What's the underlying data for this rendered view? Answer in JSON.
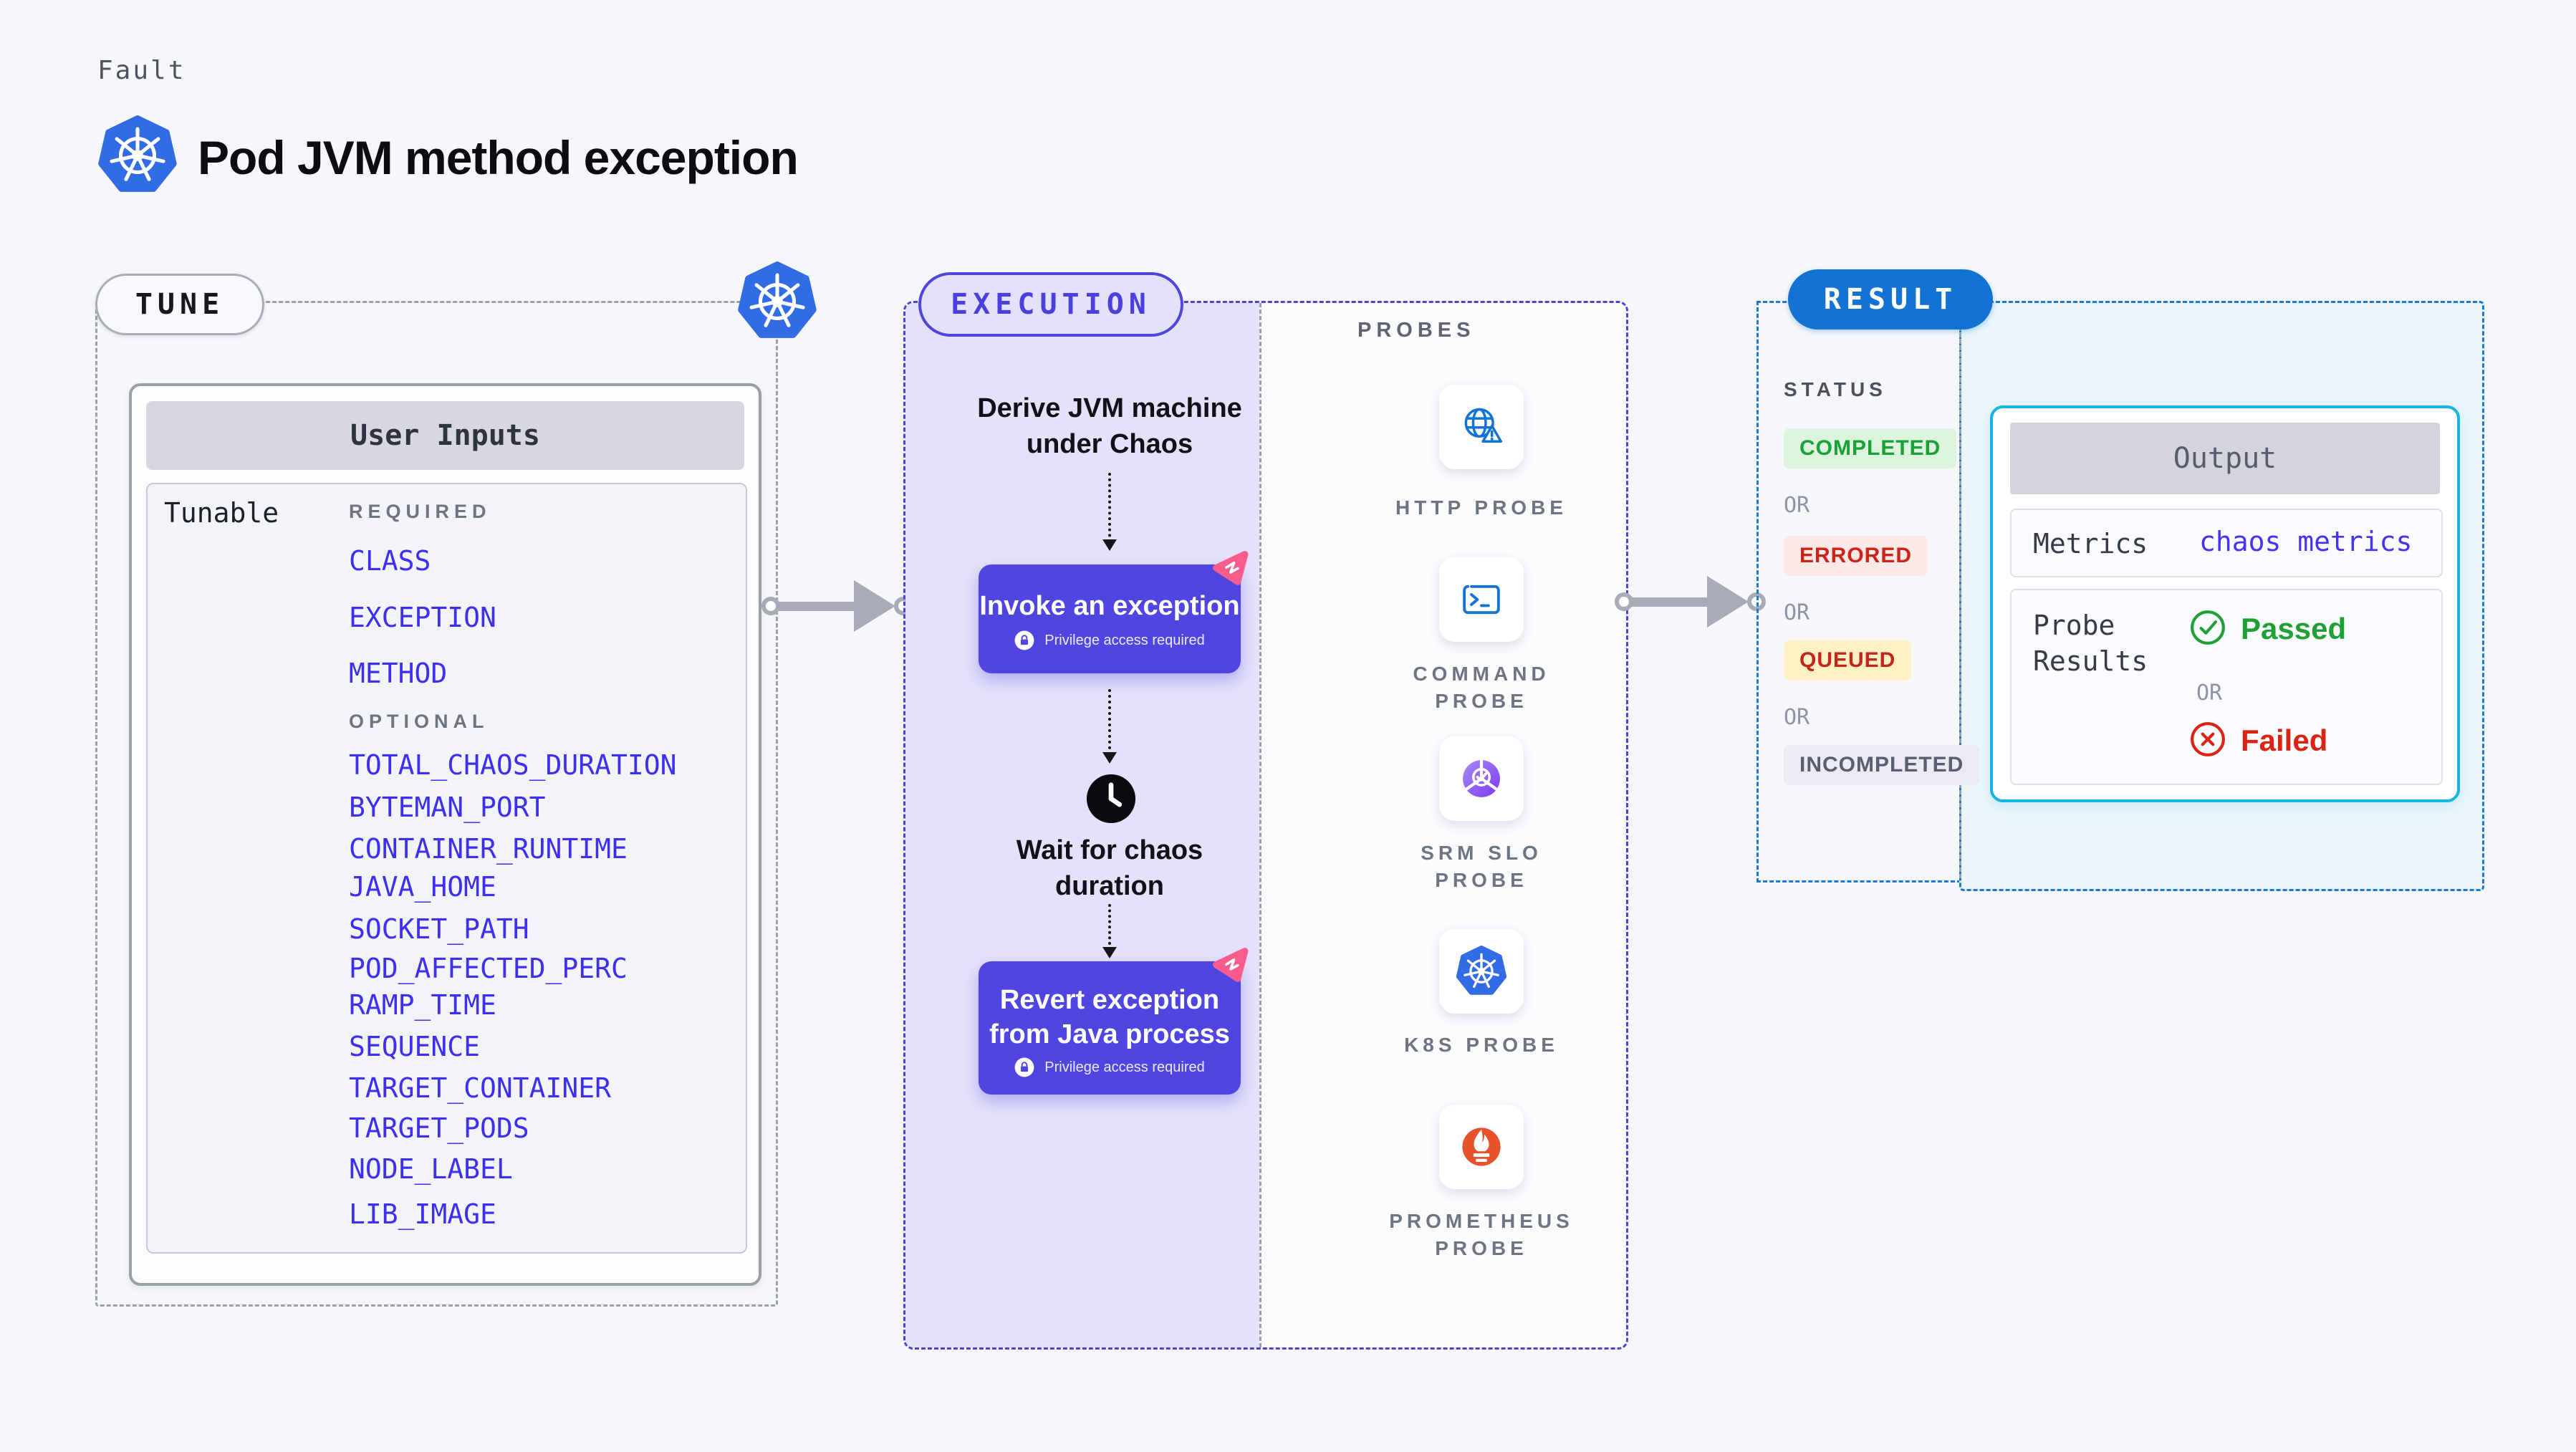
{
  "header": {
    "eyebrow": "Fault",
    "title": "Pod JVM method exception"
  },
  "tune": {
    "badge": "TUNE",
    "card_title": "User Inputs",
    "row_label": "Tunable",
    "required_label": "REQUIRED",
    "optional_label": "OPTIONAL",
    "required_items": [
      "CLASS",
      "EXCEPTION",
      "METHOD"
    ],
    "optional_items": [
      "TOTAL_CHAOS_DURATION",
      "BYTEMAN_PORT",
      "CONTAINER_RUNTIME",
      "JAVA_HOME",
      "SOCKET_PATH",
      "POD_AFFECTED_PERC",
      "RAMP_TIME",
      "SEQUENCE",
      "TARGET_CONTAINER",
      "TARGET_PODS",
      "NODE_LABEL",
      "LIB_IMAGE"
    ]
  },
  "execution": {
    "badge": "EXECUTION",
    "derive": [
      "Derive JVM machine",
      "under Chaos"
    ],
    "invoke_title": "Invoke an exception",
    "privilege": "Privilege access required",
    "wait": [
      "Wait for chaos",
      "duration"
    ],
    "revert": [
      "Revert exception",
      "from Java process"
    ]
  },
  "probes": {
    "panel_label": "PROBES",
    "items": [
      {
        "id": "http-probe",
        "lines": [
          "HTTP PROBE"
        ]
      },
      {
        "id": "command-probe",
        "lines": [
          "COMMAND",
          "PROBE"
        ]
      },
      {
        "id": "srm-slo-probe",
        "lines": [
          "SRM SLO",
          "PROBE"
        ]
      },
      {
        "id": "k8s-probe",
        "lines": [
          "K8S PROBE"
        ]
      },
      {
        "id": "prometheus-probe",
        "lines": [
          "PROMETHEUS",
          "PROBE"
        ]
      }
    ]
  },
  "result": {
    "badge": "RESULT",
    "status_label": "STATUS",
    "or_label": "OR",
    "statuses": [
      {
        "label": "COMPLETED",
        "bg": "#ddf3dd",
        "color": "#18a135"
      },
      {
        "label": "ERRORED",
        "bg": "#fbe9e8",
        "color": "#cc241a"
      },
      {
        "label": "QUEUED",
        "bg": "#fcf0c4",
        "color": "#c3261b"
      },
      {
        "label": "INCOMPLETED",
        "bg": "#eaebf3",
        "color": "#595f70"
      }
    ],
    "output": {
      "title": "Output",
      "metrics_label": "Metrics",
      "metrics_value": "chaos metrics",
      "probe_results_label": [
        "Probe",
        "Results"
      ],
      "passed_label": "Passed",
      "failed_label": "Failed"
    }
  },
  "icons": {
    "kubernetes": "k8s-wheel-heptagon",
    "http_probe": "globe-warning",
    "command_probe": "terminal",
    "srm_slo_probe": "gradient-donut-check",
    "prometheus_probe": "flame-torch",
    "clock": "clock",
    "lock": "padlock-circle",
    "litmus": "pink-chaos-triangle",
    "passed": "check-circle",
    "failed": "x-circle"
  },
  "colors": {
    "page_bg": "#f6f7fa",
    "accent_indigo": "#4f46e2",
    "execution_lavender": "#e4e2fb",
    "env_link_blue": "#3d2ff0",
    "kubernetes_blue": "#326CE5",
    "probe_icon_blue": "#1273d2",
    "result_blue": "#1273d2",
    "output_border_cyan": "#14b5e5",
    "litmus_pink": "#fa5b8d",
    "prometheus_orange": "#e6522c",
    "passed_green": "#1ea035",
    "failed_red": "#d92313"
  }
}
